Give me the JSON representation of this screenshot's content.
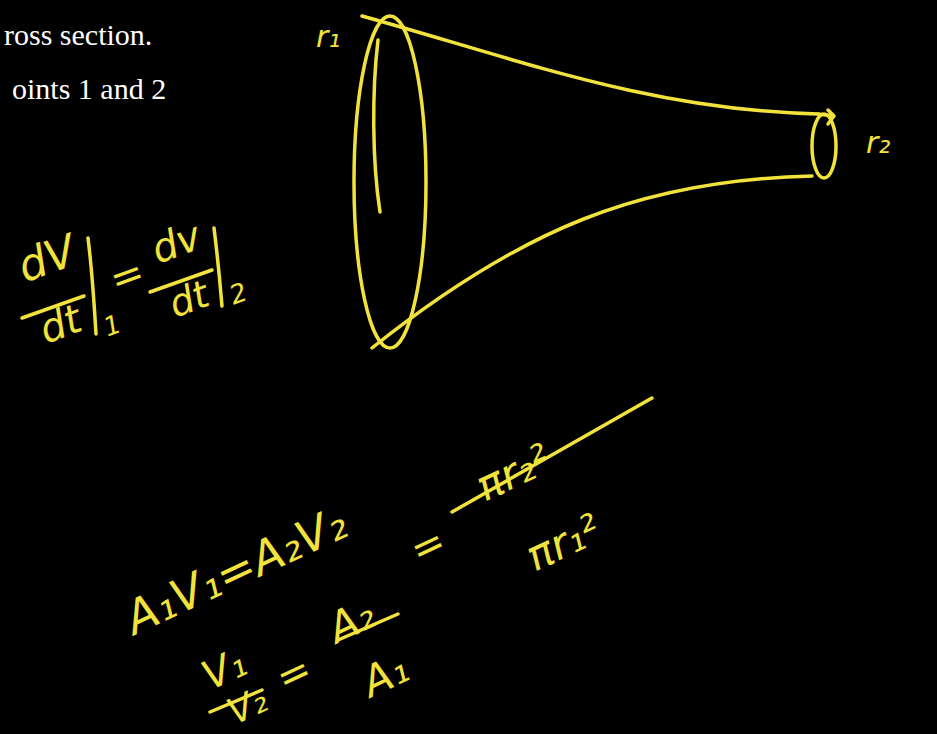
{
  "diagram": {
    "labels": [
      "ross section.",
      "oints 1 and 2",
      "r₁",
      "r₂",
      "dV",
      "dt",
      "1",
      "=",
      "dv",
      "dt",
      "2",
      "A₁V₁=A₂V₂",
      "V₁",
      "V₂",
      "=",
      "A₂",
      "A₁",
      "=",
      "πr₂²",
      "πr₁²"
    ]
  }
}
